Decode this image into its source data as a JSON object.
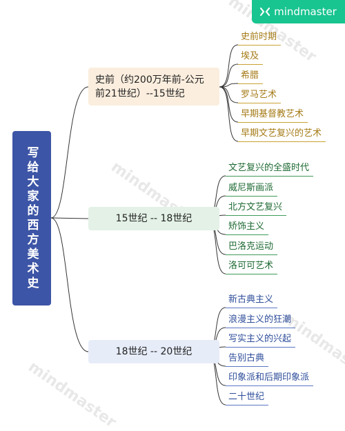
{
  "brand": "mindmaster",
  "watermark": "mindmaster",
  "root": "写给大家的西方美术史",
  "colors": {
    "root": "#3d55a6",
    "brand": "#18c48f",
    "gold": "#c9a233",
    "green": "#3e9a57",
    "blue": "#5a76c4"
  },
  "branches": [
    {
      "label": "史前（约200万年前-公元前21世纪）--15世纪",
      "children": [
        "史前时期",
        "埃及",
        "希腊",
        "罗马艺术",
        "早期基督教艺术",
        "早期文艺复兴的艺术"
      ]
    },
    {
      "label": "15世纪 -- 18世纪",
      "children": [
        "文艺复兴的全盛时代",
        "威尼斯画派",
        "北方文艺复兴",
        "矫饰主义",
        "巴洛克运动",
        "洛可可艺术"
      ]
    },
    {
      "label": "18世纪 -- 20世纪",
      "children": [
        "新古典主义",
        "浪漫主义的狂潮",
        "写实主义的兴起",
        "告别古典",
        "印象派和后期印象派",
        "二十世纪"
      ]
    }
  ]
}
